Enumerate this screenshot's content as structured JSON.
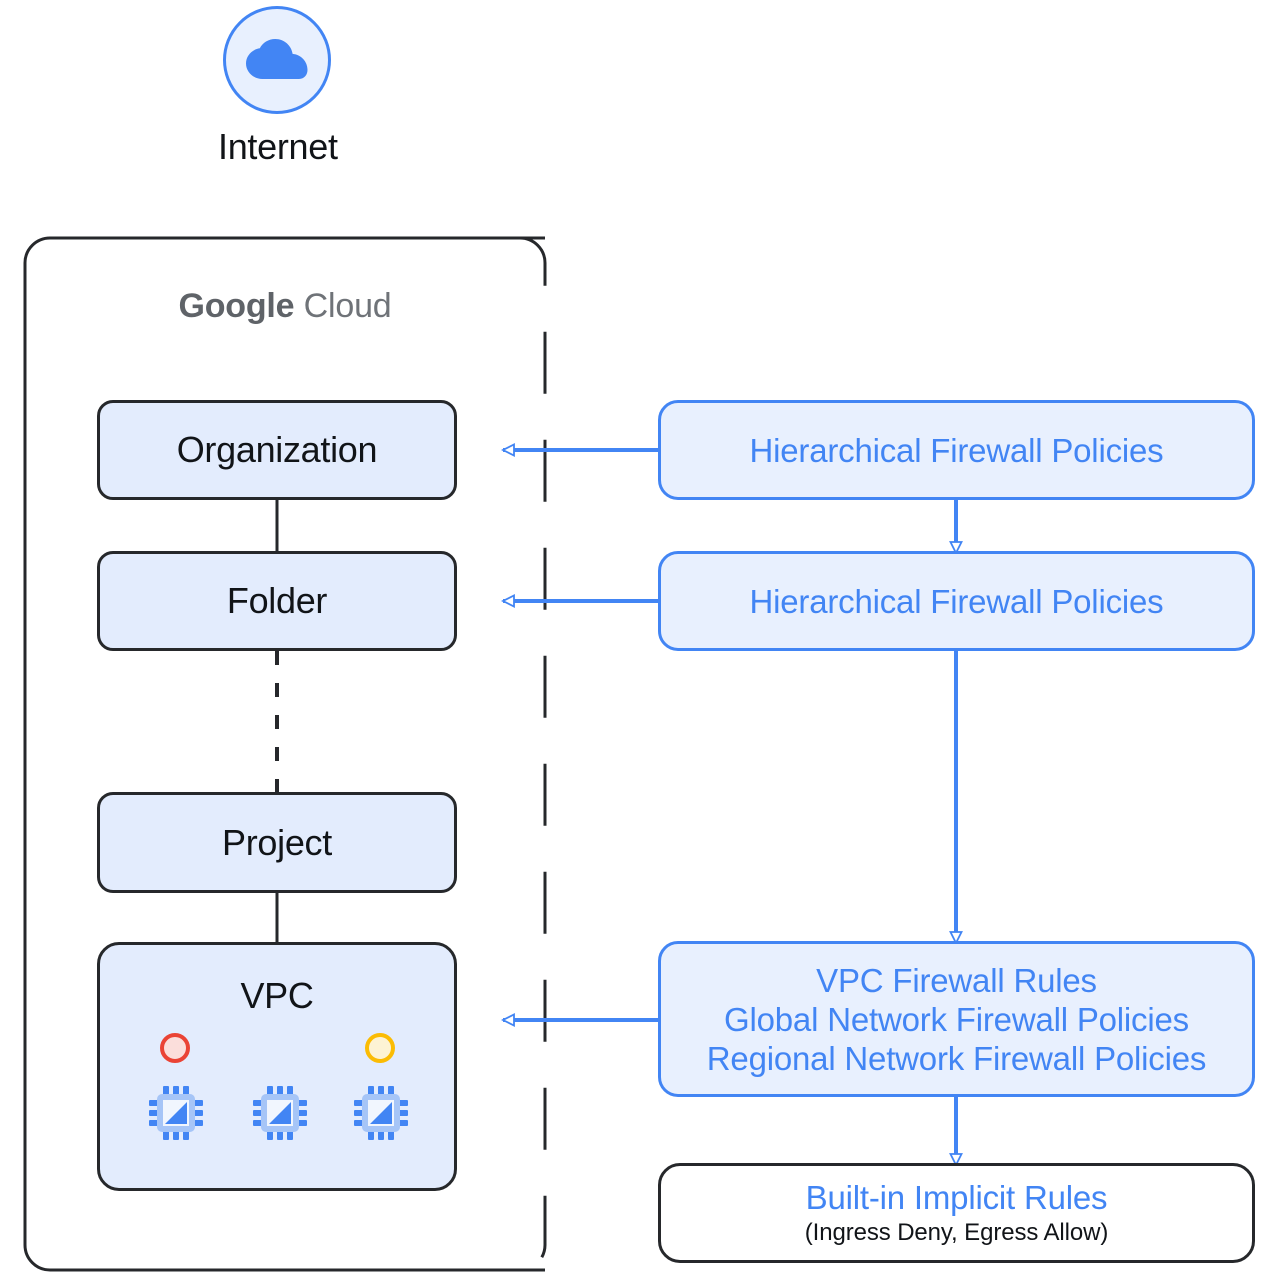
{
  "diagram": {
    "title": "Google Cloud firewall policy hierarchy",
    "colors": {
      "blue": "#4285f4",
      "box_fill_light": "#e3ecfd",
      "policy_fill": "#e8f0fe",
      "dark_stroke": "#26282b",
      "grey_text": "#5f6368",
      "red": "#ea4335",
      "yellow": "#fbbc04"
    }
  },
  "internet": {
    "icon": "cloud-icon",
    "label": "Internet"
  },
  "google_cloud": {
    "title_bold": "Google",
    "title_light": "Cloud",
    "hierarchy": [
      {
        "id": "organization",
        "label": "Organization"
      },
      {
        "id": "folder",
        "label": "Folder"
      },
      {
        "id": "project",
        "label": "Project"
      },
      {
        "id": "vpc",
        "label": "VPC"
      }
    ],
    "vpc": {
      "label": "VPC",
      "status_dots": [
        {
          "id": "red-dot",
          "color": "#ea4335"
        },
        {
          "id": "yellow-dot",
          "color": "#fbbc04"
        }
      ],
      "instances": [
        {
          "id": "vm-1",
          "icon": "chip-icon"
        },
        {
          "id": "vm-2",
          "icon": "chip-icon"
        },
        {
          "id": "vm-3",
          "icon": "chip-icon"
        }
      ]
    }
  },
  "policies": {
    "hierarchical_org": {
      "lines": [
        "Hierarchical Firewall Policies"
      ]
    },
    "hierarchical_folder": {
      "lines": [
        "Hierarchical Firewall Policies"
      ]
    },
    "network_rules": {
      "lines": [
        "VPC Firewall Rules",
        "Global Network Firewall Policies",
        "Regional Network Firewall Policies"
      ]
    },
    "implicit_rules": {
      "title": "Built-in Implicit Rules",
      "subtitle": "(Ingress Deny, Egress Allow)"
    }
  }
}
